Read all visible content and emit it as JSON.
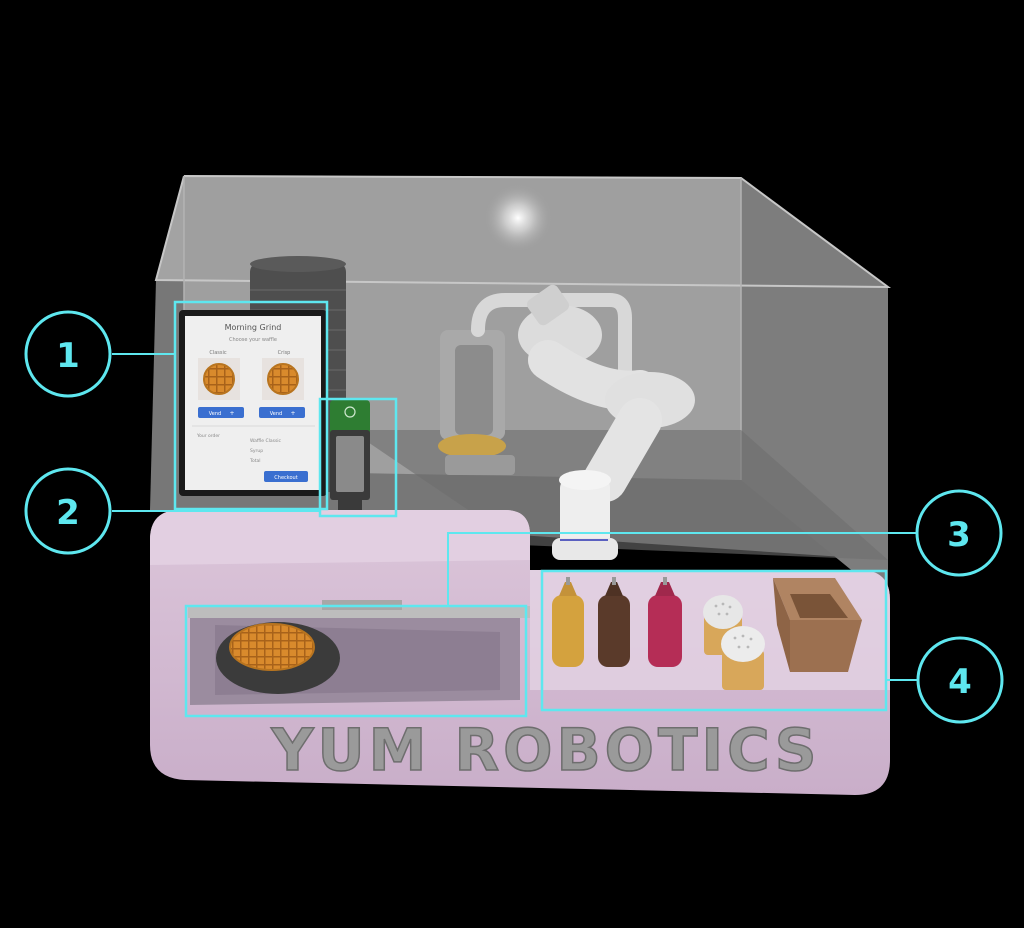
{
  "brand_text": "YUM ROBOTICS",
  "tablet": {
    "title": "Morning Grind",
    "subtitle": "Choose your waffle",
    "item_left": "Classic",
    "item_right": "Crisp",
    "button_label": "Vend",
    "button_glyph": "+",
    "order_label": "Your order",
    "summary_lines": [
      "Waffle Classic",
      "Syrup",
      "Total"
    ],
    "checkout_label": "Checkout"
  },
  "callouts": [
    {
      "number": "1",
      "target": "Touchscreen tablet"
    },
    {
      "number": "2",
      "target": "Card payment terminal"
    },
    {
      "number": "3",
      "target": "Waffle cooking station"
    },
    {
      "number": "4",
      "target": "Toppings station"
    }
  ],
  "colors": {
    "background": "#000000",
    "callout": "#5ee7ef",
    "base": "#d7bfd6",
    "enclosure": "#9a9a9a",
    "button": "#3a6fd0",
    "waffle": "#d98a2c",
    "syrup_caramel": "#d4a23e",
    "syrup_chocolate": "#5a3a2a",
    "syrup_berry": "#b52d56",
    "box": "#9c7050",
    "terminal_top": "#2e7d32"
  },
  "icons": [
    "robot-arm-icon",
    "waffle-icon",
    "sauce-bottle-icon",
    "shaker-icon",
    "serving-box-icon",
    "payment-terminal-icon"
  ]
}
